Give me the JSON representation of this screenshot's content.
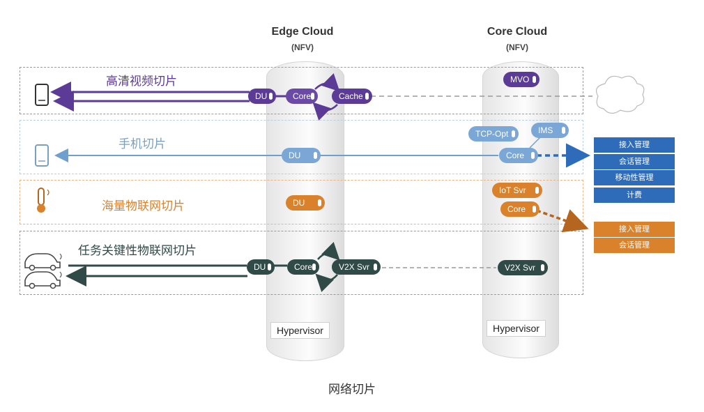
{
  "clouds": {
    "edge": {
      "title": "Edge Cloud",
      "sub": "(NFV)",
      "hypervisor": "Hypervisor"
    },
    "core": {
      "title": "Core Cloud",
      "sub": "(NFV)",
      "hypervisor": "Hypervisor"
    }
  },
  "slices": [
    {
      "label": "高清视频切片",
      "color": "#5b3b96",
      "nodes": {
        "du": "DU",
        "core": "Core",
        "cache": "Cache",
        "mvo": "MVO"
      }
    },
    {
      "label": "手机切片",
      "color": "#6f9fcf",
      "nodes": {
        "du": "DU",
        "core": "Core",
        "tcp": "TCP-Opt",
        "ims": "IMS"
      }
    },
    {
      "label": "海量物联网切片",
      "color": "#d9822b",
      "nodes": {
        "du": "DU",
        "iot": "IoT Svr",
        "core": "Core"
      }
    },
    {
      "label": "任务关键性物联网切片",
      "color": "#2f4a47",
      "nodes": {
        "du": "DU",
        "core": "Core",
        "v2x_edge": "V2X Svr",
        "v2x_core": "V2X Svr"
      }
    }
  ],
  "blue_mgmt": [
    "接入管理",
    "会话管理",
    "移动性管理",
    "计费"
  ],
  "orange_mgmt": [
    "接入管理",
    "会话管理"
  ],
  "colors": {
    "purple": "#5b3b96",
    "blue": "#6f9fcf",
    "dark_blue": "#2e6bb8",
    "orange": "#d9822b",
    "dark": "#2f4a47"
  },
  "caption": "网络切片"
}
